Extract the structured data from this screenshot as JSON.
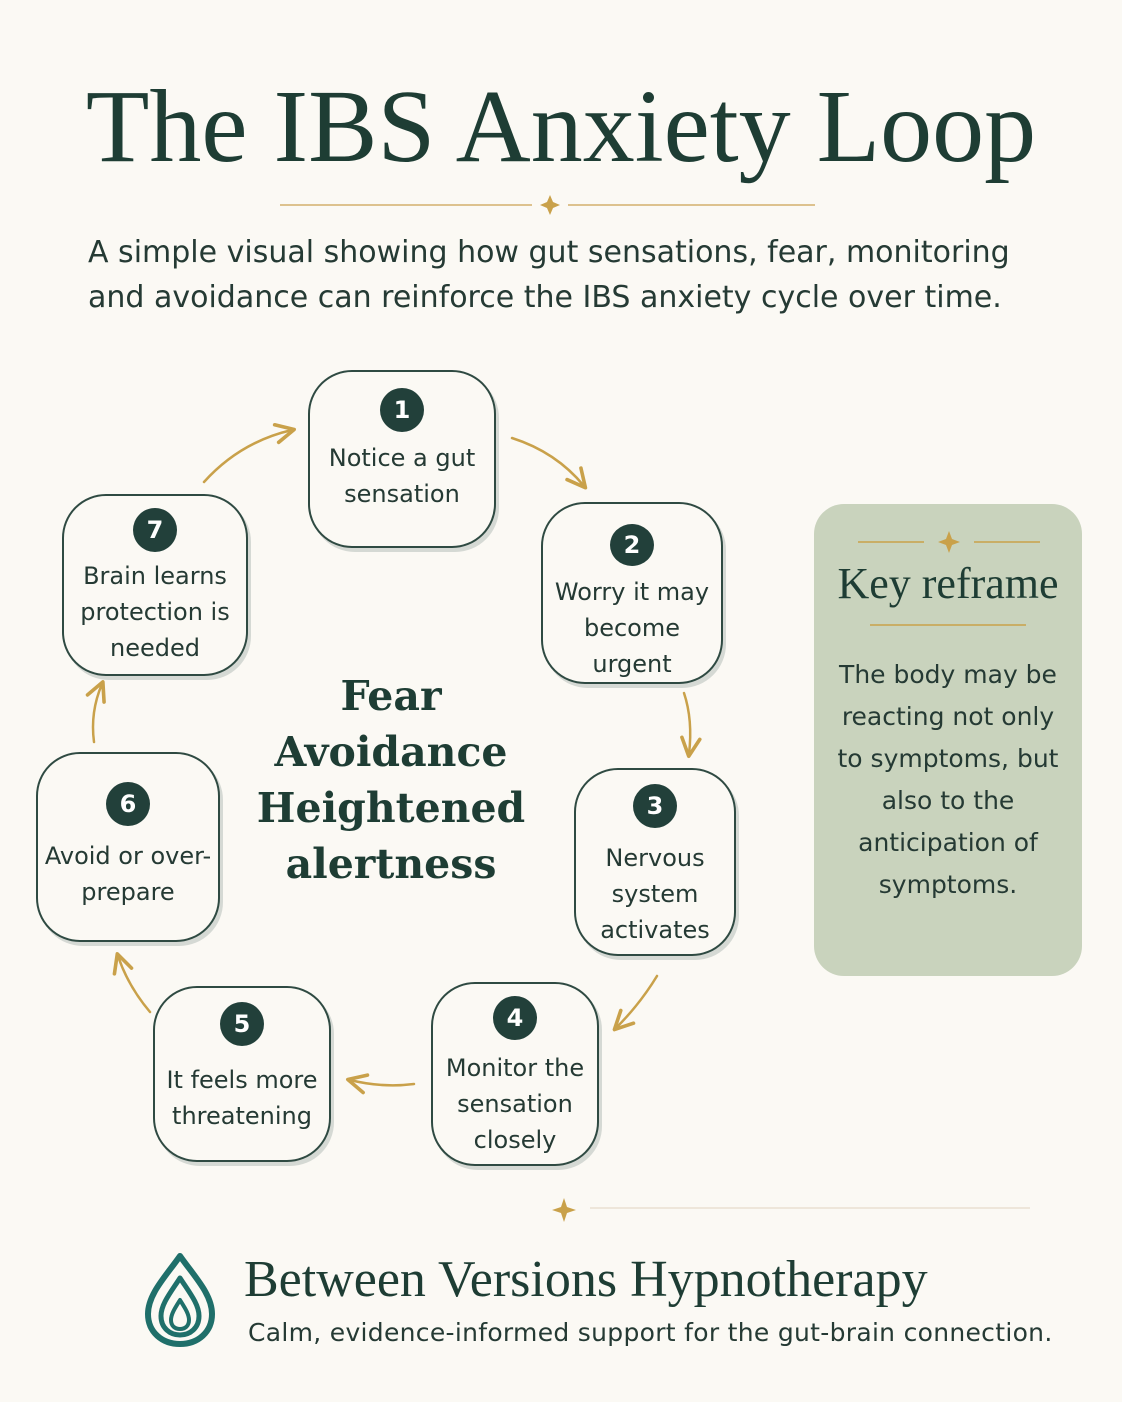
{
  "title": "The IBS Anxiety Loop",
  "subtitle": "A simple visual showing how gut sensations, fear, monitoring and avoidance can reinforce the IBS anxiety cycle over time.",
  "steps": [
    {
      "number": "1",
      "label": "Notice a gut sensation"
    },
    {
      "number": "2",
      "label": "Worry it may become urgent"
    },
    {
      "number": "3",
      "label": "Nervous system activates"
    },
    {
      "number": "4",
      "label": "Monitor the sensation closely"
    },
    {
      "number": "5",
      "label": "It feels more threatening"
    },
    {
      "number": "6",
      "label": "Avoid or over-prepare"
    },
    {
      "number": "7",
      "label": "Brain learns protection is needed"
    }
  ],
  "center": {
    "line1": "Fear",
    "line2": "Avoidance",
    "line3": "Heightened",
    "line4": "alertness"
  },
  "reframe": {
    "title": "Key reframe",
    "body": "The body may be reacting not only to symptoms, but also to the anticipation of symptoms."
  },
  "footer": {
    "brand": "Between Versions Hypnotherapy",
    "tagline": "Calm, evidence-informed support for the gut-brain connection."
  },
  "colors": {
    "background": "#fbf9f4",
    "ink": "#1e3d34",
    "badge": "#22403a",
    "accent_gold": "#c9a14a",
    "reframe_panel": "#c9d3bd",
    "logo_teal": "#1f6f6a"
  },
  "icons": {
    "divider": "sparkle-icon",
    "logo": "drop-logo-icon"
  }
}
